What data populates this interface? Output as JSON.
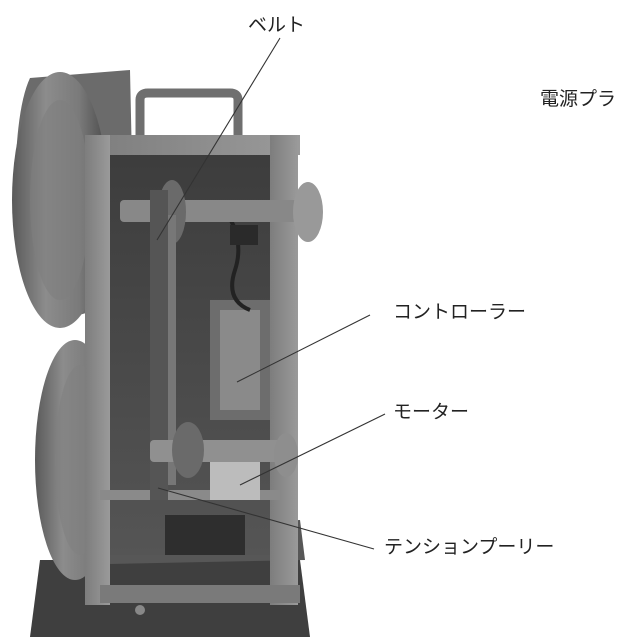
{
  "labels": {
    "belt": "ベルト",
    "power_plug": "電源プラ",
    "controller": "コントローラー",
    "motor": "モーター",
    "tension_pulley": "テンションプーリー"
  }
}
